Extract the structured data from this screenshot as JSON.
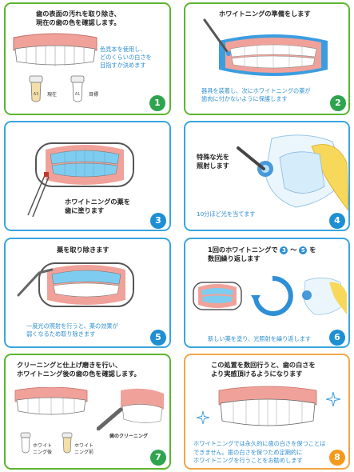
{
  "steps": [
    {
      "number": "1",
      "title": [
        "歯の表面の汚れを取り除き、",
        "現在の歯の色を確認します。"
      ],
      "note": [
        "色見本を使用し、",
        "どのくらいの白さを",
        "目指すか決めます"
      ],
      "labels": [
        "現在",
        "目標"
      ],
      "shade_codes": [
        "A3",
        "A1"
      ]
    },
    {
      "number": "2",
      "title": [
        "ホワイトニングの準備をします"
      ],
      "note": [
        "器具を装着し、次にホワイトニングの薬が",
        "歯肉に付かないように保護します"
      ]
    },
    {
      "number": "3",
      "title": [
        "ホワイトニングの薬を",
        "歯に塗ります"
      ]
    },
    {
      "number": "4",
      "title": [
        "特殊な光を",
        "照射します"
      ],
      "note": [
        "10分ほど光を当てます"
      ]
    },
    {
      "number": "5",
      "title": [
        "薬を取り除きます"
      ],
      "note": [
        "一度光の照射を行うと、薬の効果が",
        "弱くなるため取り除きます"
      ]
    },
    {
      "number": "6",
      "title_prefix": "1回のホワイトニングで",
      "title_from": "3",
      "title_sep": "〜",
      "title_to": "5",
      "title_suffix": "を",
      "title_line2": "数回繰り返します",
      "note": [
        "新しい薬を塗り、光照射を繰り返します"
      ]
    },
    {
      "number": "7",
      "title": [
        "クリーニングと仕上げ磨きを行い、",
        "ホワイトニング後の歯の色を確認します。"
      ],
      "label_cleaning": "歯のクリーニング",
      "label_after": [
        "ホワイト",
        "ニング後"
      ],
      "label_before": [
        "ホワイト",
        "ニング前"
      ]
    },
    {
      "number": "8",
      "title": [
        "この処置を数回行うと、歯の白さを",
        "より実感頂けるようになります"
      ],
      "note": [
        "ホワイトニングでは永久的に歯の白さを保つことは",
        "できません。歯の白さを保つため定期的に",
        "ホワイトニングを行うことをお勧めします"
      ]
    }
  ],
  "colors": {
    "green": "#5cb531",
    "blue": "#39a6dd",
    "orange": "#f0a64a",
    "note": "#2f8fd0",
    "gum": "#f0a29a",
    "tooth_blue": "#7ecdf0"
  },
  "icons": [
    "shade-guide-icon",
    "tooth-icon",
    "retractor-icon",
    "brush-icon",
    "light-wand-icon",
    "suction-tip-icon",
    "cycle-arrows-icon",
    "sparkle-icon"
  ]
}
